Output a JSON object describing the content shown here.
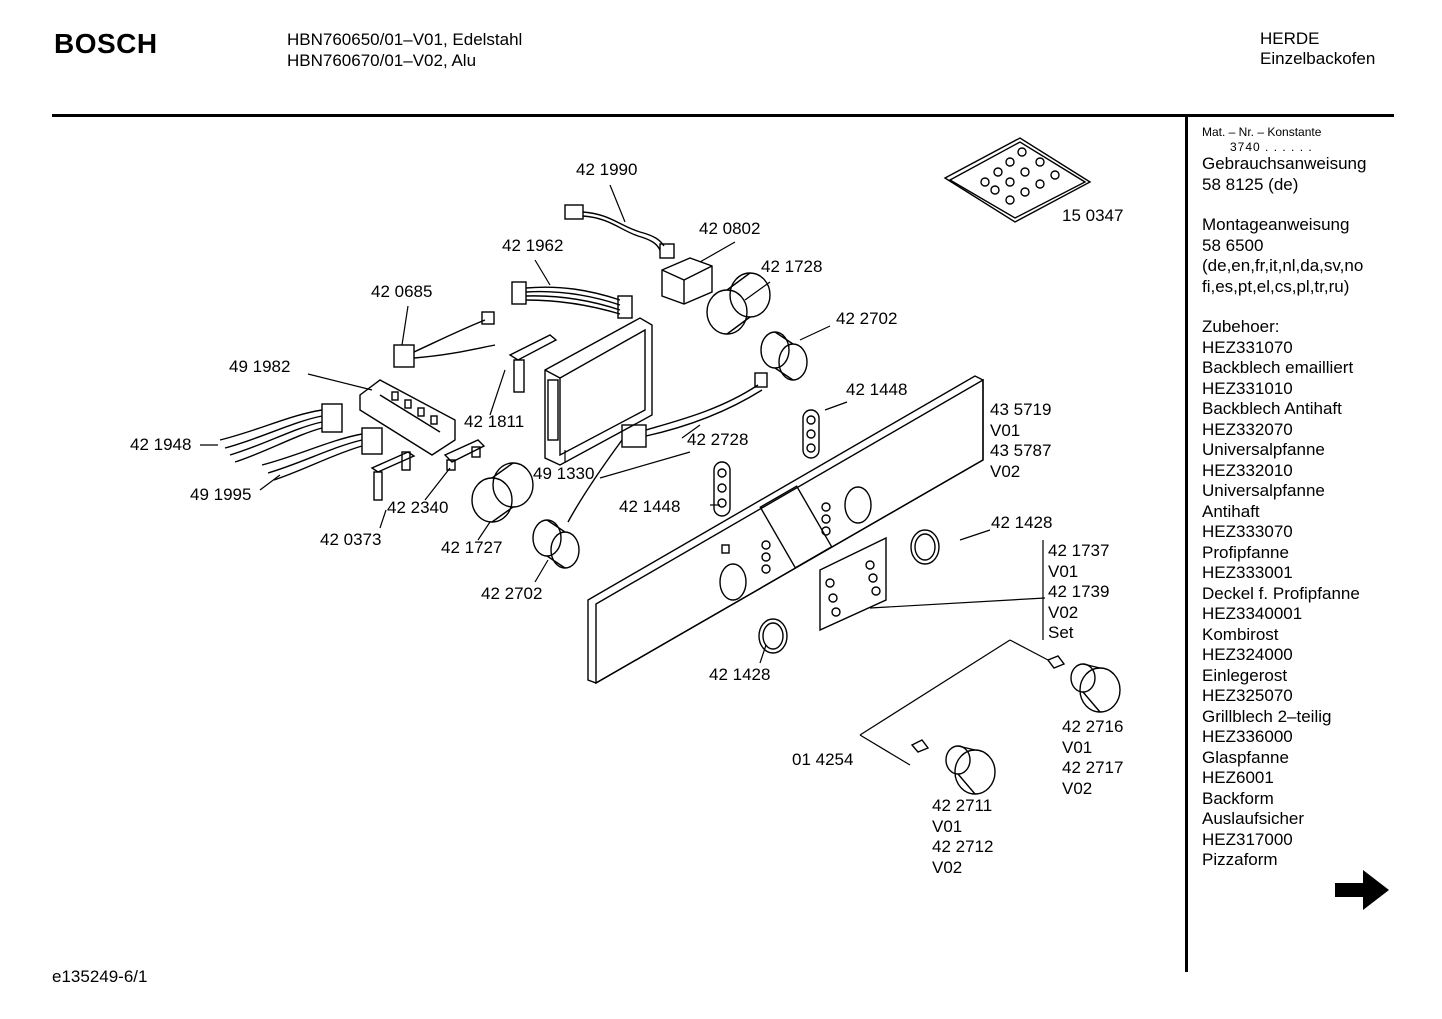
{
  "header": {
    "brand": "BOSCH",
    "model_line_1": "HBN760650/01–V01, Edelstahl",
    "model_line_2": "HBN760670/01–V02, Alu",
    "category": "HERDE",
    "subcategory": "Einzelbackofen"
  },
  "sidebar": {
    "mat_label": "Mat. – Nr. – Konstante",
    "mat_value": "3740 . . . . . .",
    "lines": [
      "Gebrauchsanweisung",
      "58 8125 (de)",
      "",
      "Montageanweisung",
      "58 6500",
      "(de,en,fr,it,nl,da,sv,no",
      "fi,es,pt,el,cs,pl,tr,ru)",
      "",
      "Zubehoer:",
      "HEZ331070",
      "Backblech emailliert",
      "HEZ331010",
      "Backblech Antihaft",
      "HEZ332070",
      "Universalpfanne",
      "HEZ332010",
      "Universalpfanne",
      "Antihaft",
      "HEZ333070",
      "Profipfanne",
      "HEZ333001",
      "Deckel f. Profipfanne",
      "HEZ3340001",
      "Kombirost",
      "HEZ324000",
      "Einlegerost",
      "HEZ325070",
      "Grillblech 2–teilig",
      "HEZ336000",
      "Glaspfanne",
      "HEZ6001",
      "Backform",
      "Auslaufsicher",
      "HEZ317000",
      "Pizzaform"
    ]
  },
  "diagram": {
    "labels": [
      {
        "id": "p421990",
        "text": "42 1990"
      },
      {
        "id": "p420802",
        "text": "42 0802"
      },
      {
        "id": "p421962",
        "text": "42 1962"
      },
      {
        "id": "p421728",
        "text": "42 1728"
      },
      {
        "id": "p420685",
        "text": "42 0685"
      },
      {
        "id": "p422702a",
        "text": "42 2702"
      },
      {
        "id": "p491982",
        "text": "49 1982"
      },
      {
        "id": "p421448a",
        "text": "42 1448"
      },
      {
        "id": "p421811",
        "text": "42 1811"
      },
      {
        "id": "p421948",
        "text": "42 1948"
      },
      {
        "id": "p422728",
        "text": "42 2728"
      },
      {
        "id": "p491995",
        "text": "49 1995"
      },
      {
        "id": "p491330",
        "text": "49 1330"
      },
      {
        "id": "p422340",
        "text": "42 2340"
      },
      {
        "id": "p421448b",
        "text": "42 1448"
      },
      {
        "id": "p420373",
        "text": "42 0373"
      },
      {
        "id": "p421727",
        "text": "42 1727"
      },
      {
        "id": "p422702b",
        "text": "42 2702"
      },
      {
        "id": "p421428a",
        "text": "42 1428"
      },
      {
        "id": "p421428b",
        "text": "42 1428"
      },
      {
        "id": "p014254",
        "text": "01 4254"
      },
      {
        "id": "p150347",
        "text": "15 0347"
      }
    ],
    "multi_labels": [
      {
        "id": "m435719",
        "lines": [
          "43 5719",
          "V01",
          "43 5787",
          "V02"
        ]
      },
      {
        "id": "m421737",
        "lines": [
          "42 1737",
          "V01",
          "42 1739",
          "V02",
          "Set"
        ]
      },
      {
        "id": "m422716",
        "lines": [
          "42 2716",
          "V01",
          "42 2717",
          "V02"
        ]
      },
      {
        "id": "m422711",
        "lines": [
          "42 2711",
          "V01",
          "42 2712",
          "V02"
        ]
      }
    ]
  },
  "footer": {
    "code": "e135249-6/1"
  },
  "icons": {
    "next_page": "arrow-right-icon"
  }
}
